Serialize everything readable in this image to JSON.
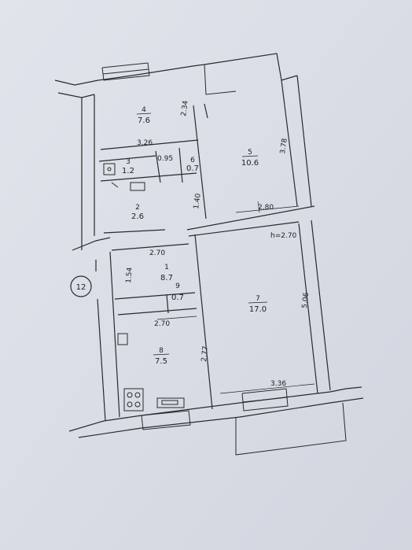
{
  "rooms": [
    {
      "id": "4",
      "area": "7.6"
    },
    {
      "id": "3",
      "area": "1.2"
    },
    {
      "id": "6",
      "area": "0.7"
    },
    {
      "id": "5",
      "area": "10.6"
    },
    {
      "id": "2",
      "area": "2.6"
    },
    {
      "id": "1",
      "area": "8.7"
    },
    {
      "id": "9",
      "area": "0.7"
    },
    {
      "id": "7",
      "area": "17.0"
    },
    {
      "id": "8",
      "area": "7.5"
    }
  ],
  "dimensions": [
    "2.34",
    "3.26",
    "0.95",
    "3.78",
    "1.40",
    "2.80",
    "h=2.70",
    "2.70",
    "1.54",
    "5.06",
    "2.70",
    "2.77",
    "3.36"
  ],
  "entrance_marker": "12"
}
